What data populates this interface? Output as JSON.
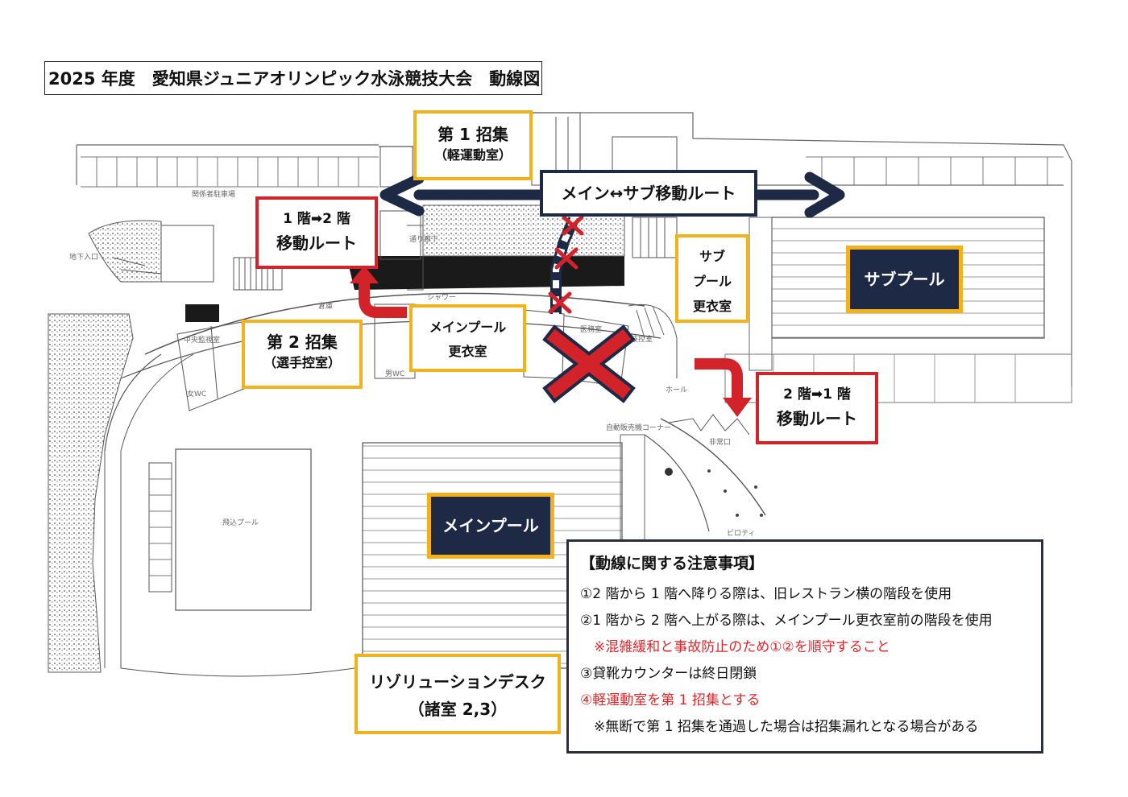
{
  "title": "2025 年度　愛知県ジュニアオリンピック水泳競技大会　動線図",
  "boxes": {
    "call1": {
      "line1": "第 1 招集",
      "line2": "（軽運動室）"
    },
    "call2": {
      "line1": "第 2 招集",
      "line2": "（選手控室）"
    },
    "route_1to2": {
      "line1": "1 階➡2 階",
      "line2": "移動ルート"
    },
    "route_2to1": {
      "line1": "2 階➡1 階",
      "line2": "移動ルート"
    },
    "main_sub_route": "メイン↔サブ移動ルート",
    "sub_locker": {
      "line1": "サブ",
      "line2": "プール",
      "line3": "更衣室"
    },
    "main_locker": {
      "line1": "メインプール",
      "line2": "更衣室"
    },
    "sub_pool": "サブプール",
    "main_pool": "メインプール",
    "resolution": {
      "line1": "リゾリューションデスク",
      "line2": "（諸室 2,3）"
    }
  },
  "notes": {
    "heading": "【動線に関する注意事項】",
    "items": [
      {
        "text": "①2 階から 1 階へ降りる際は、旧レストラン横の階段を使用",
        "color": "#111111"
      },
      {
        "text": "②1 階から 2 階へ上がる際は、メインプール更衣室前の階段を使用",
        "color": "#111111"
      },
      {
        "text": "　※混雑緩和と事故防止のため①②を順守すること",
        "color": "#e0262b"
      },
      {
        "text": "③貸靴カウンターは終日閉鎖",
        "color": "#111111"
      },
      {
        "text": "④軽運動室を第 1 招集とする",
        "color": "#e0262b"
      },
      {
        "text": "　※無断で第 1 招集を通過した場合は招集漏れとなる場合がある",
        "color": "#111111"
      }
    ]
  },
  "map_labels": {
    "parking": "関係者駐車場",
    "underground": "地下入口",
    "main_pool_lower": "飛込プール",
    "hall": "ホール",
    "vending": "自動販売機コーナー",
    "piloti": "ピロティ",
    "shower": "シャワー",
    "storage": "倉庫",
    "first_aid": "医務室",
    "mwc": "男WC",
    "wwc": "女WC",
    "control": "中央監視室",
    "control_room": "競技控室",
    "passage": "通り廊下",
    "emergency": "非常口"
  },
  "colors": {
    "navy": "#1e2a45",
    "yellow": "#f2b21c",
    "red": "#d2232a"
  }
}
